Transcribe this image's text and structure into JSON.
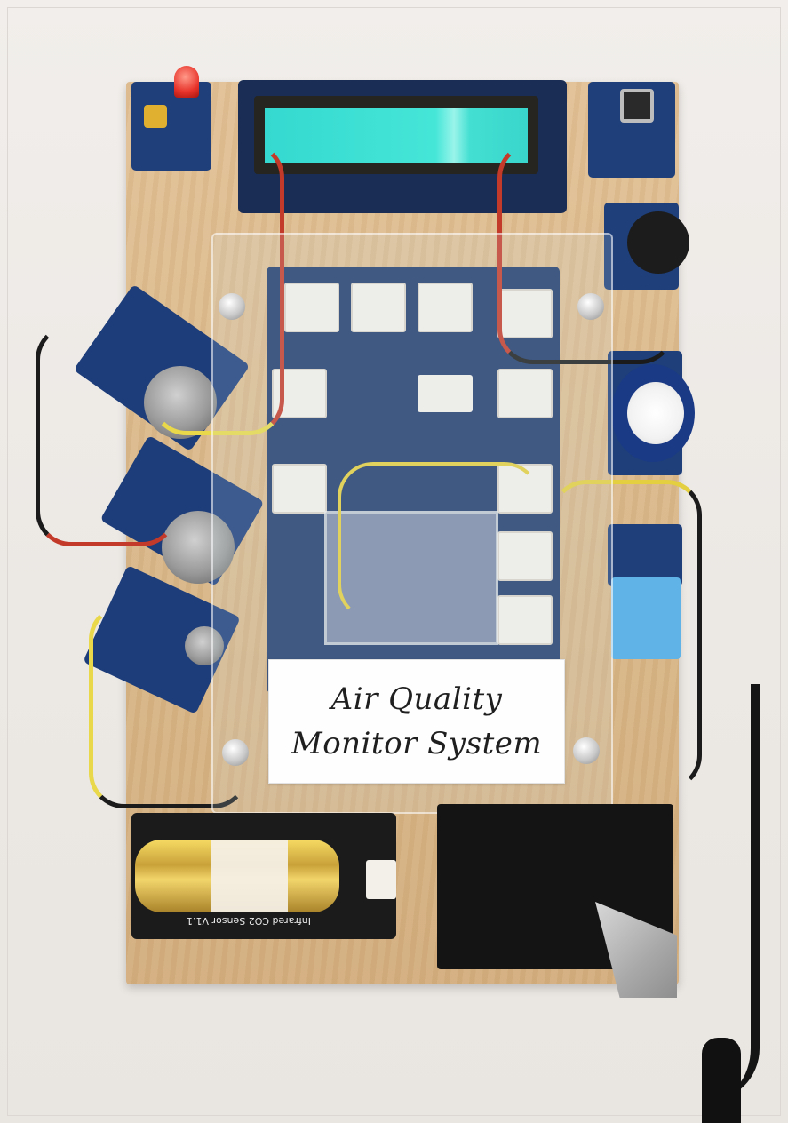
{
  "sign": {
    "line1": "Air Quality",
    "line2": "Monitor System"
  },
  "co2_module": {
    "label": "Infrared CO2 Sensor V1.1"
  },
  "colors": {
    "lcd_backlight": "#3fdfd3",
    "board_wood": "#dbb98a",
    "pcb_blue": "#1f3b6d",
    "wall": "#eeeae6"
  }
}
